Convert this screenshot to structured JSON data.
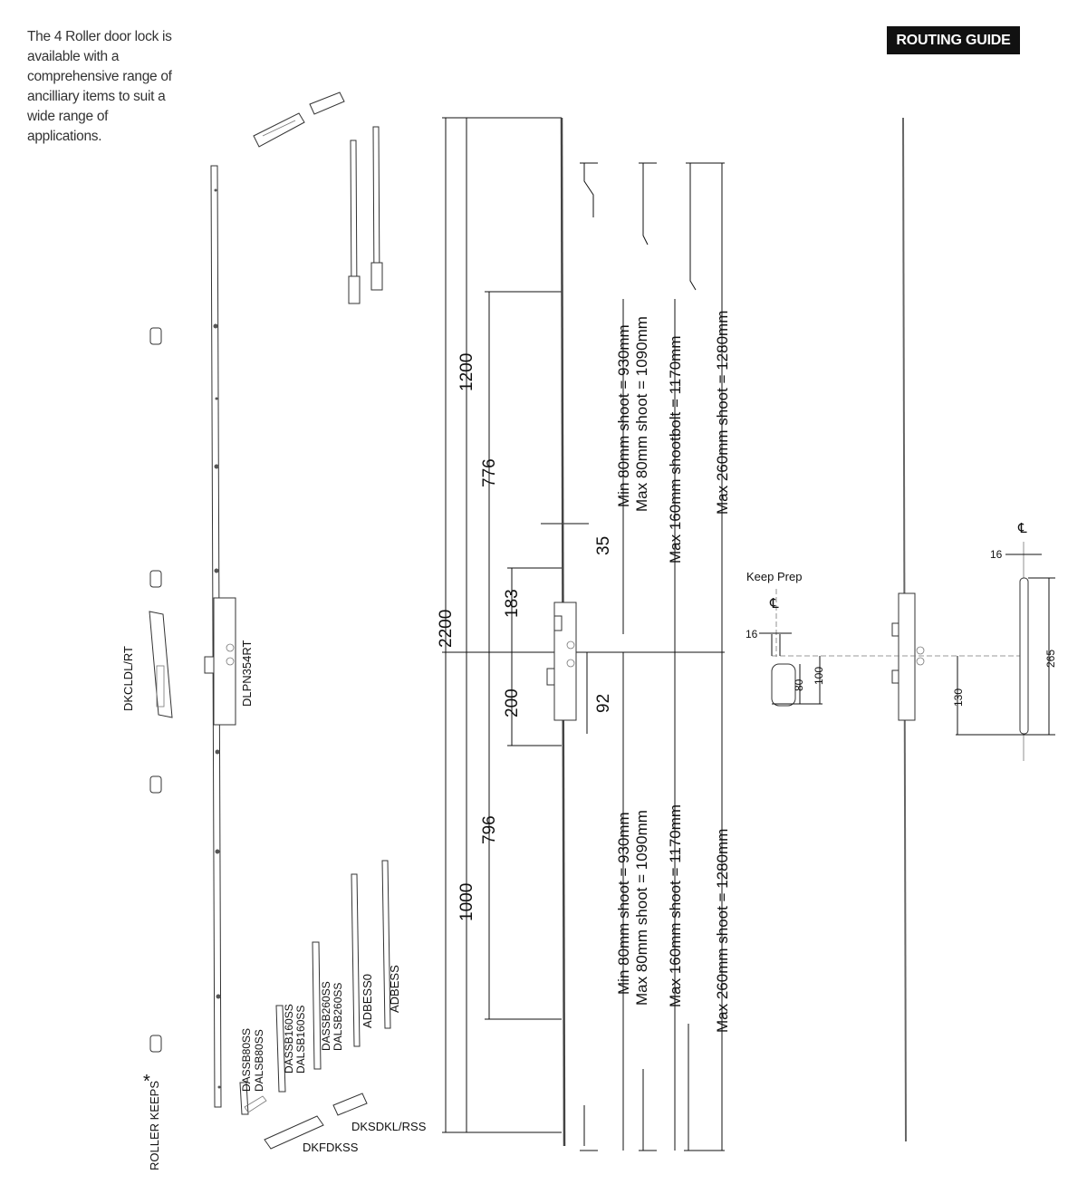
{
  "intro_text": "The 4 Roller door lock is available with a comprehensive range of ancilliary items to suit a wide range of applications.",
  "routing_guide_label": "ROUTING GUIDE",
  "parts": {
    "roller_keeps": "ROLLER KEEPS",
    "roller_keeps_mark": "*",
    "keep_centre": "DKCLDL/RT",
    "lock_body": "DLPN354RT",
    "dassb80": "DASSB80SS",
    "dalsb80": "DALSB80SS",
    "dassb160": "DASSB160SS",
    "dalsb160": "DALSB160SS",
    "dassb260": "DASSB260SS",
    "dalsb260": "DALSB260SS",
    "adbess0": "ADBESS0",
    "adbess": "ADBESS",
    "dksdkl": "DKSDKL/RSS",
    "dkfdk": "DKFDKSS"
  },
  "dimensions": {
    "overall": "2200",
    "upper": "1200",
    "lower": "1000",
    "upper_roller": "776",
    "lower_roller": "796",
    "upper_hook": "183",
    "lower_hook": "200",
    "backset": "35",
    "centres": "92"
  },
  "shoot_notes": {
    "top": [
      "Min 80mm shoot = 930mm",
      "Max 80mm shoot = 1090mm",
      "Max 160mm shootbolt = 1170mm",
      "Max 260mm shoot = 1280mm"
    ],
    "bottom": [
      "Min 80mm shoot = 930mm",
      "Max 80mm shoot = 1090mm",
      "Max 160mm shoot = 1170mm",
      "Max 260mm shoot = 1280mm"
    ]
  },
  "keep_prep": {
    "title": "Keep Prep",
    "centreline_symbol": "℄",
    "width": "16",
    "keep_height": "80",
    "offset": "100"
  },
  "right_detail": {
    "centreline_symbol": "℄",
    "width": "16",
    "offset": "130",
    "length": "265"
  }
}
